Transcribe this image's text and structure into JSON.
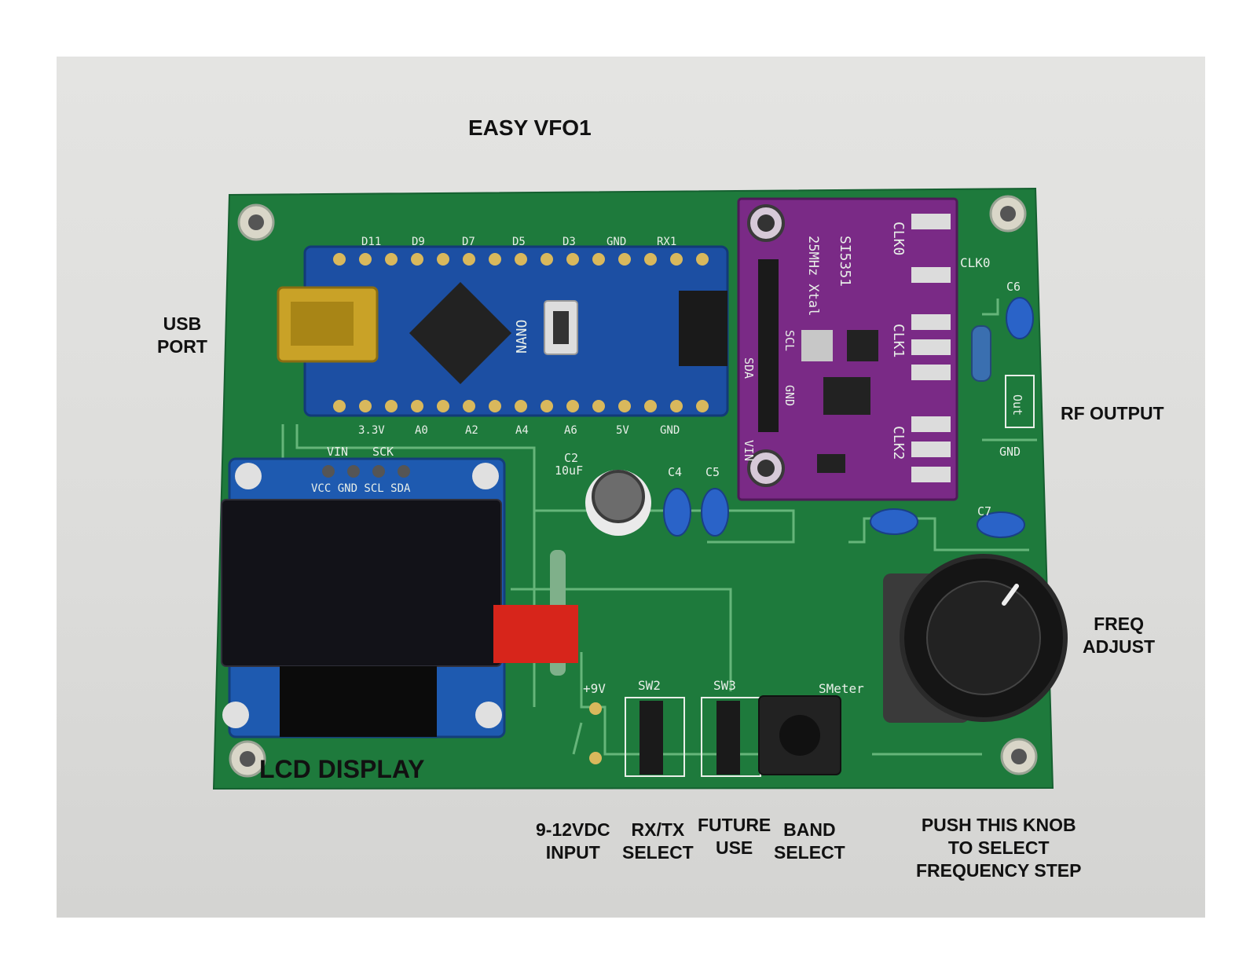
{
  "title": "EASY VFO1",
  "callouts": {
    "usb_port": [
      "USB",
      "PORT"
    ],
    "rf_output": "RF OUTPUT",
    "freq_adjust": [
      "FREQ",
      "ADJUST"
    ],
    "lcd_display": "LCD DISPLAY",
    "power_input": [
      "9-12VDC",
      "INPUT"
    ],
    "rx_tx_select": [
      "RX/TX",
      "SELECT"
    ],
    "future_use": [
      "FUTURE",
      "USE"
    ],
    "band_select": [
      "BAND",
      "SELECT"
    ],
    "push_knob": [
      "PUSH THIS KNOB",
      "TO SELECT",
      "FREQUENCY STEP"
    ]
  },
  "silkscreen": {
    "nano_top_pins": [
      "D11",
      "D9",
      "D7",
      "D5",
      "D3",
      "GND",
      "RX1"
    ],
    "nano_bottom_pins": [
      "3.3V",
      "A0",
      "A2",
      "A4",
      "A6",
      "5V",
      "GND"
    ],
    "oled_pins_top": [
      "VIN",
      "SCK"
    ],
    "oled_pins": "VCC GND SCL SDA",
    "si5351_title": "SI5351",
    "si5351_xtal": "25MHz Xtal",
    "si5351_pins": [
      "VIN",
      "GND",
      "SCL",
      "SDA"
    ],
    "clk_labels": [
      "CLK0",
      "CLK1",
      "CLK2"
    ],
    "clk0_out": "CLK0",
    "c6": "C6",
    "out": "Out",
    "gnd": "GND",
    "c2": "C2",
    "c2_value": "10uF",
    "c4": "C4",
    "c5": "C5",
    "c7": "C7",
    "plus9v": "+9V",
    "sw2": "SW2",
    "sw3": "SW3",
    "smeter": "SMeter",
    "nano_brand": "NANO"
  },
  "colors": {
    "pcb": "#1e7a3c",
    "nano": "#1c4fa3",
    "oled": "#1e5ab0",
    "si5351": "#7a2a86",
    "capacitor": "#2a63c8",
    "red_part": "#d7251b"
  }
}
